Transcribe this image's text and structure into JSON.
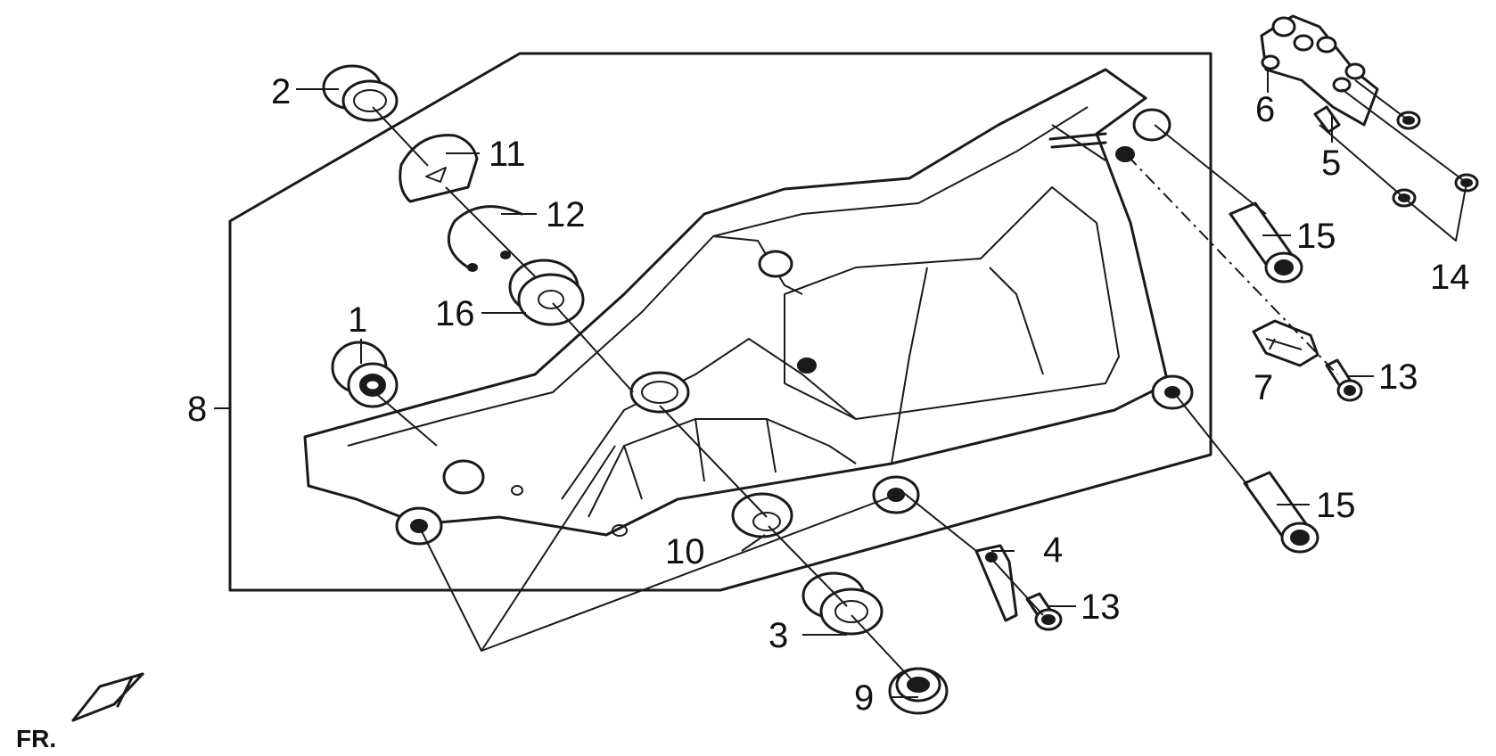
{
  "diagram": {
    "callouts": {
      "c1": "1",
      "c2": "2",
      "c3": "3",
      "c4": "4",
      "c5": "5",
      "c6": "6",
      "c7": "7",
      "c8": "8",
      "c9": "9",
      "c10": "10",
      "c11": "11",
      "c12": "12",
      "c13a": "13",
      "c13b": "13",
      "c14": "14",
      "c15a": "15",
      "c15b": "15",
      "c16": "16"
    },
    "direction_label": "FR."
  }
}
